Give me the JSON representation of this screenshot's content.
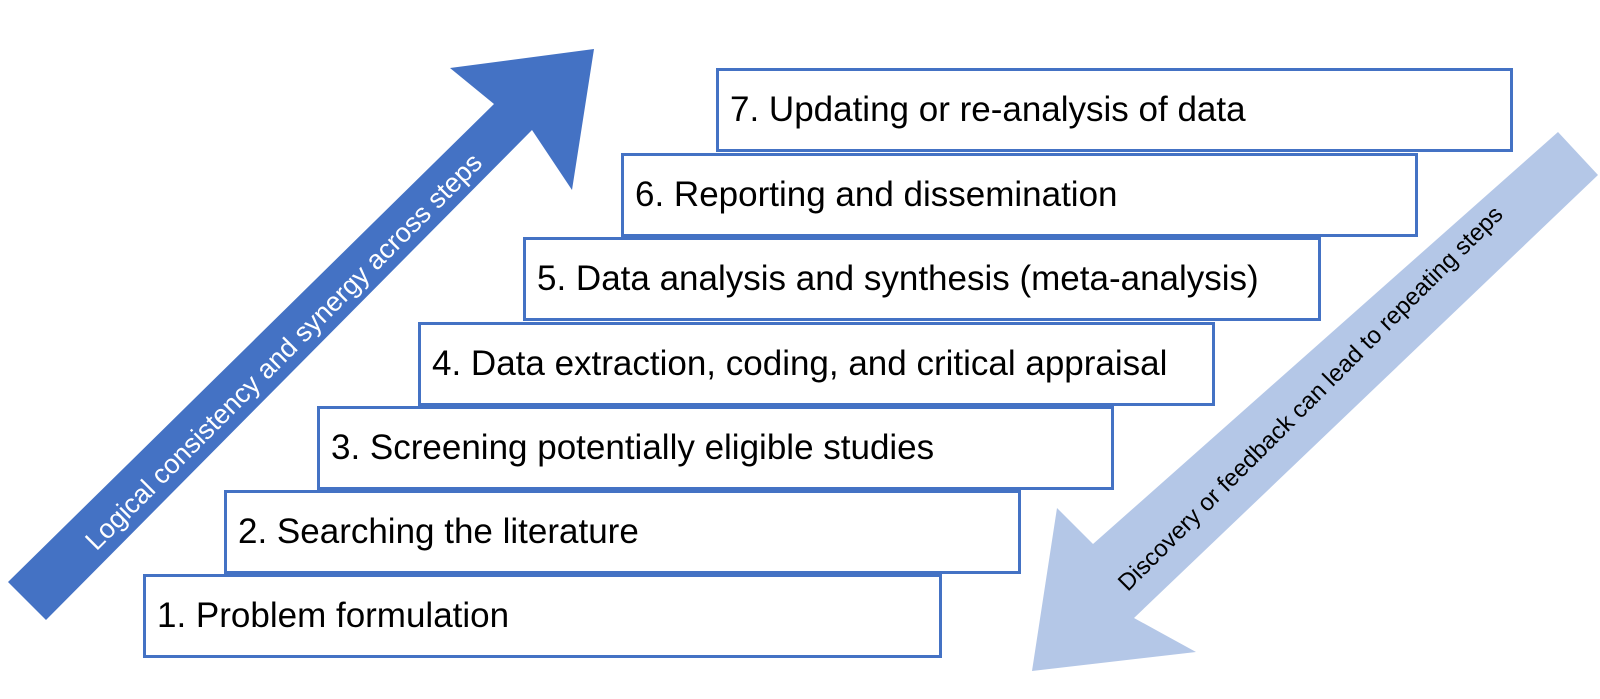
{
  "steps": [
    {
      "label": "1. Problem formulation"
    },
    {
      "label": "2. Searching the literature"
    },
    {
      "label": "3. Screening potentially eligible studies"
    },
    {
      "label": "4. Data extraction, coding, and critical appraisal"
    },
    {
      "label": "5. Data analysis and synthesis (meta-analysis)"
    },
    {
      "label": "6. Reporting and dissemination"
    },
    {
      "label": "7. Updating or re-analysis of data"
    }
  ],
  "arrows": {
    "up_label": "Logical consistency and synergy across steps",
    "down_label": "Discovery or feedback can lead to repeating steps"
  },
  "colors": {
    "step_border": "#4472C4",
    "up_arrow": "#4472C4",
    "down_arrow": "#B4C7E7",
    "up_text": "#FFFFFF",
    "down_text": "#000000"
  }
}
